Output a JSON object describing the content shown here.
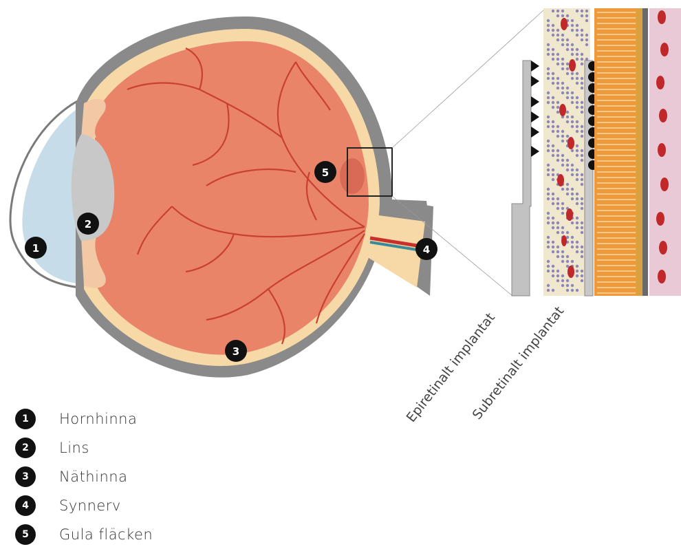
{
  "markers": {
    "m1": "1",
    "m2": "2",
    "m3": "3",
    "m4": "4",
    "m5": "5"
  },
  "legend": [
    {
      "num": "1",
      "label": "Hornhinna"
    },
    {
      "num": "2",
      "label": "Lins"
    },
    {
      "num": "3",
      "label": "Näthinna"
    },
    {
      "num": "4",
      "label": "Synnerv"
    },
    {
      "num": "5",
      "label": "Gula fläcken"
    }
  ],
  "implant_labels": {
    "epiretinal": "Epiretinalt implantat",
    "subretinal": "Subretinalt implantat"
  },
  "colors": {
    "sclera": "#8a8a8a",
    "retina_layer": "#f7d9a8",
    "vitreous": "#e98468",
    "vessel": "#c9412e",
    "cornea": "#c6dce8",
    "lens": "#c8c8c8",
    "marker": "#111111",
    "receptor_orange": "#ee9a3a",
    "cell_red": "#c0282a"
  }
}
